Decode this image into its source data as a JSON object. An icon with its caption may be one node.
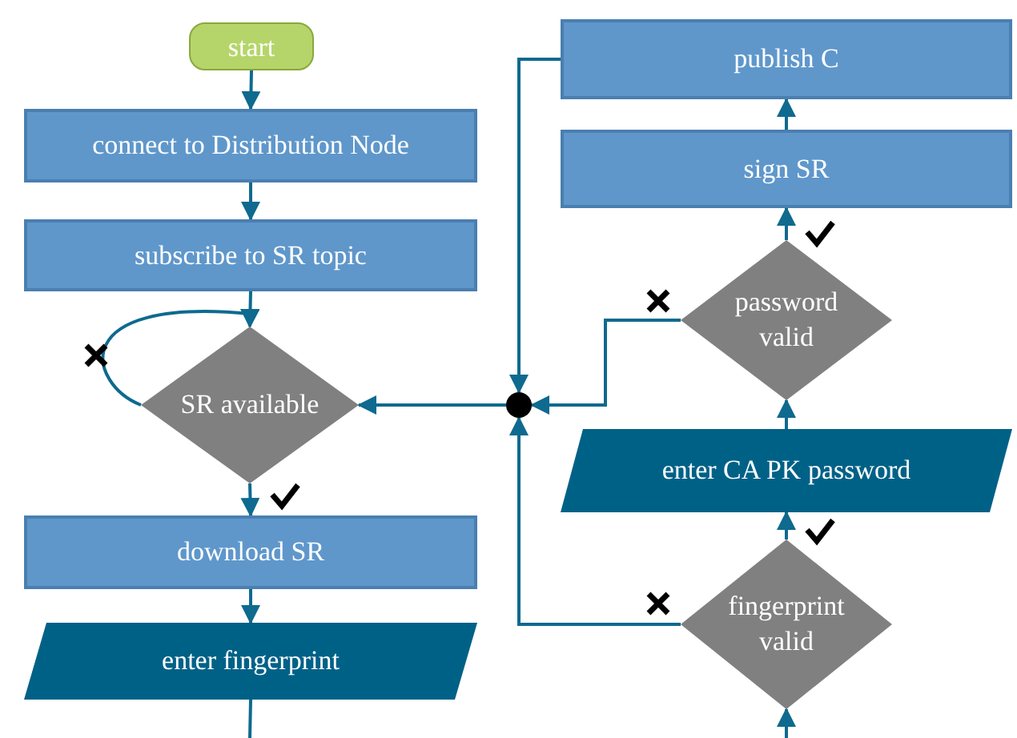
{
  "diagram": {
    "nodes": [
      {
        "text": [
          "start"
        ]
      },
      {
        "text": [
          "connect to Distribution Node"
        ]
      },
      {
        "text": [
          "subscribe to SR topic"
        ]
      },
      {
        "text": [
          "SR available"
        ]
      },
      {
        "text": [
          "download SR"
        ]
      },
      {
        "text": [
          "enter fingerprint"
        ]
      },
      {
        "text": [],
        "shape": "circle"
      },
      {
        "text": [
          "fingerprint valid"
        ]
      },
      {
        "text": [
          "enter CA PK password"
        ]
      },
      {
        "text": [
          "password valid"
        ]
      },
      {
        "text": [
          "sign SR"
        ]
      },
      {
        "text": [
          "publish C"
        ]
      }
    ],
    "edges": [
      {
        "from": 0,
        "to": 1,
        "arrow": "to"
      },
      {
        "from": 1,
        "to": 2,
        "arrow": "to"
      },
      {
        "from": 2,
        "to": 3,
        "arrow": "to"
      },
      {
        "from": 3,
        "to": 3,
        "arrow": "to"
      },
      {
        "from": 3,
        "to": 4,
        "arrow": "to"
      },
      {
        "from": 4,
        "to": 5,
        "arrow": "to"
      },
      {
        "from": 5,
        "to": null,
        "arrow": "none"
      },
      {
        "from": null,
        "to": 7,
        "arrow": "to"
      },
      {
        "from": 7,
        "to": 8,
        "arrow": "to"
      },
      {
        "from": 8,
        "to": 9,
        "arrow": "to"
      },
      {
        "from": 9,
        "to": 10,
        "arrow": "to"
      },
      {
        "from": 10,
        "to": 11,
        "arrow": "to"
      },
      {
        "from": 11,
        "to": 6,
        "arrow": "to"
      },
      {
        "from": 9,
        "to": 6,
        "arrow": "to"
      },
      {
        "from": 7,
        "to": 6,
        "arrow": "to"
      },
      {
        "from": 6,
        "to": 3,
        "arrow": "to"
      }
    ]
  }
}
